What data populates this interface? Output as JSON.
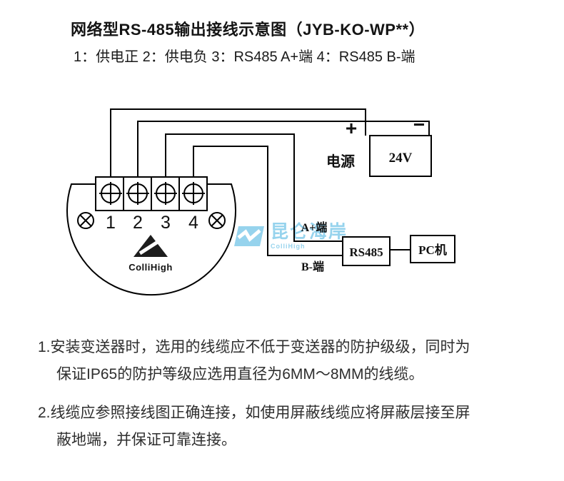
{
  "header": {
    "title": "网络型RS-485输出接线示意图（JYB-KO-WP**）",
    "legend": "1：供电正 2：供电负 3：RS485 A+端 4：RS485 B-端"
  },
  "diagram": {
    "terminals": [
      "1",
      "2",
      "3",
      "4"
    ],
    "brand": "ColliHigh",
    "power": {
      "label": "电源",
      "value": "24V",
      "plus": "+",
      "minus": "−"
    },
    "rs485": {
      "label": "RS485",
      "a_label": "A+端",
      "b_label": "B-端"
    },
    "pc": {
      "label": "PC机"
    },
    "wire_color": "#000000"
  },
  "watermark": {
    "cn": "昆仑海岸",
    "en": "ColliHigh",
    "color": "#2fa8dc"
  },
  "notes": [
    "1.安装变送器时，选用的线缆应不低于变送器的防护级级，同时为保证IP65的防护等级应选用直径为6MM～8MM的线缆。",
    "2.线缆应参照接线图正确连接，如使用屏蔽线缆应将屏蔽层接至屏蔽地端，并保证可靠连接。"
  ]
}
